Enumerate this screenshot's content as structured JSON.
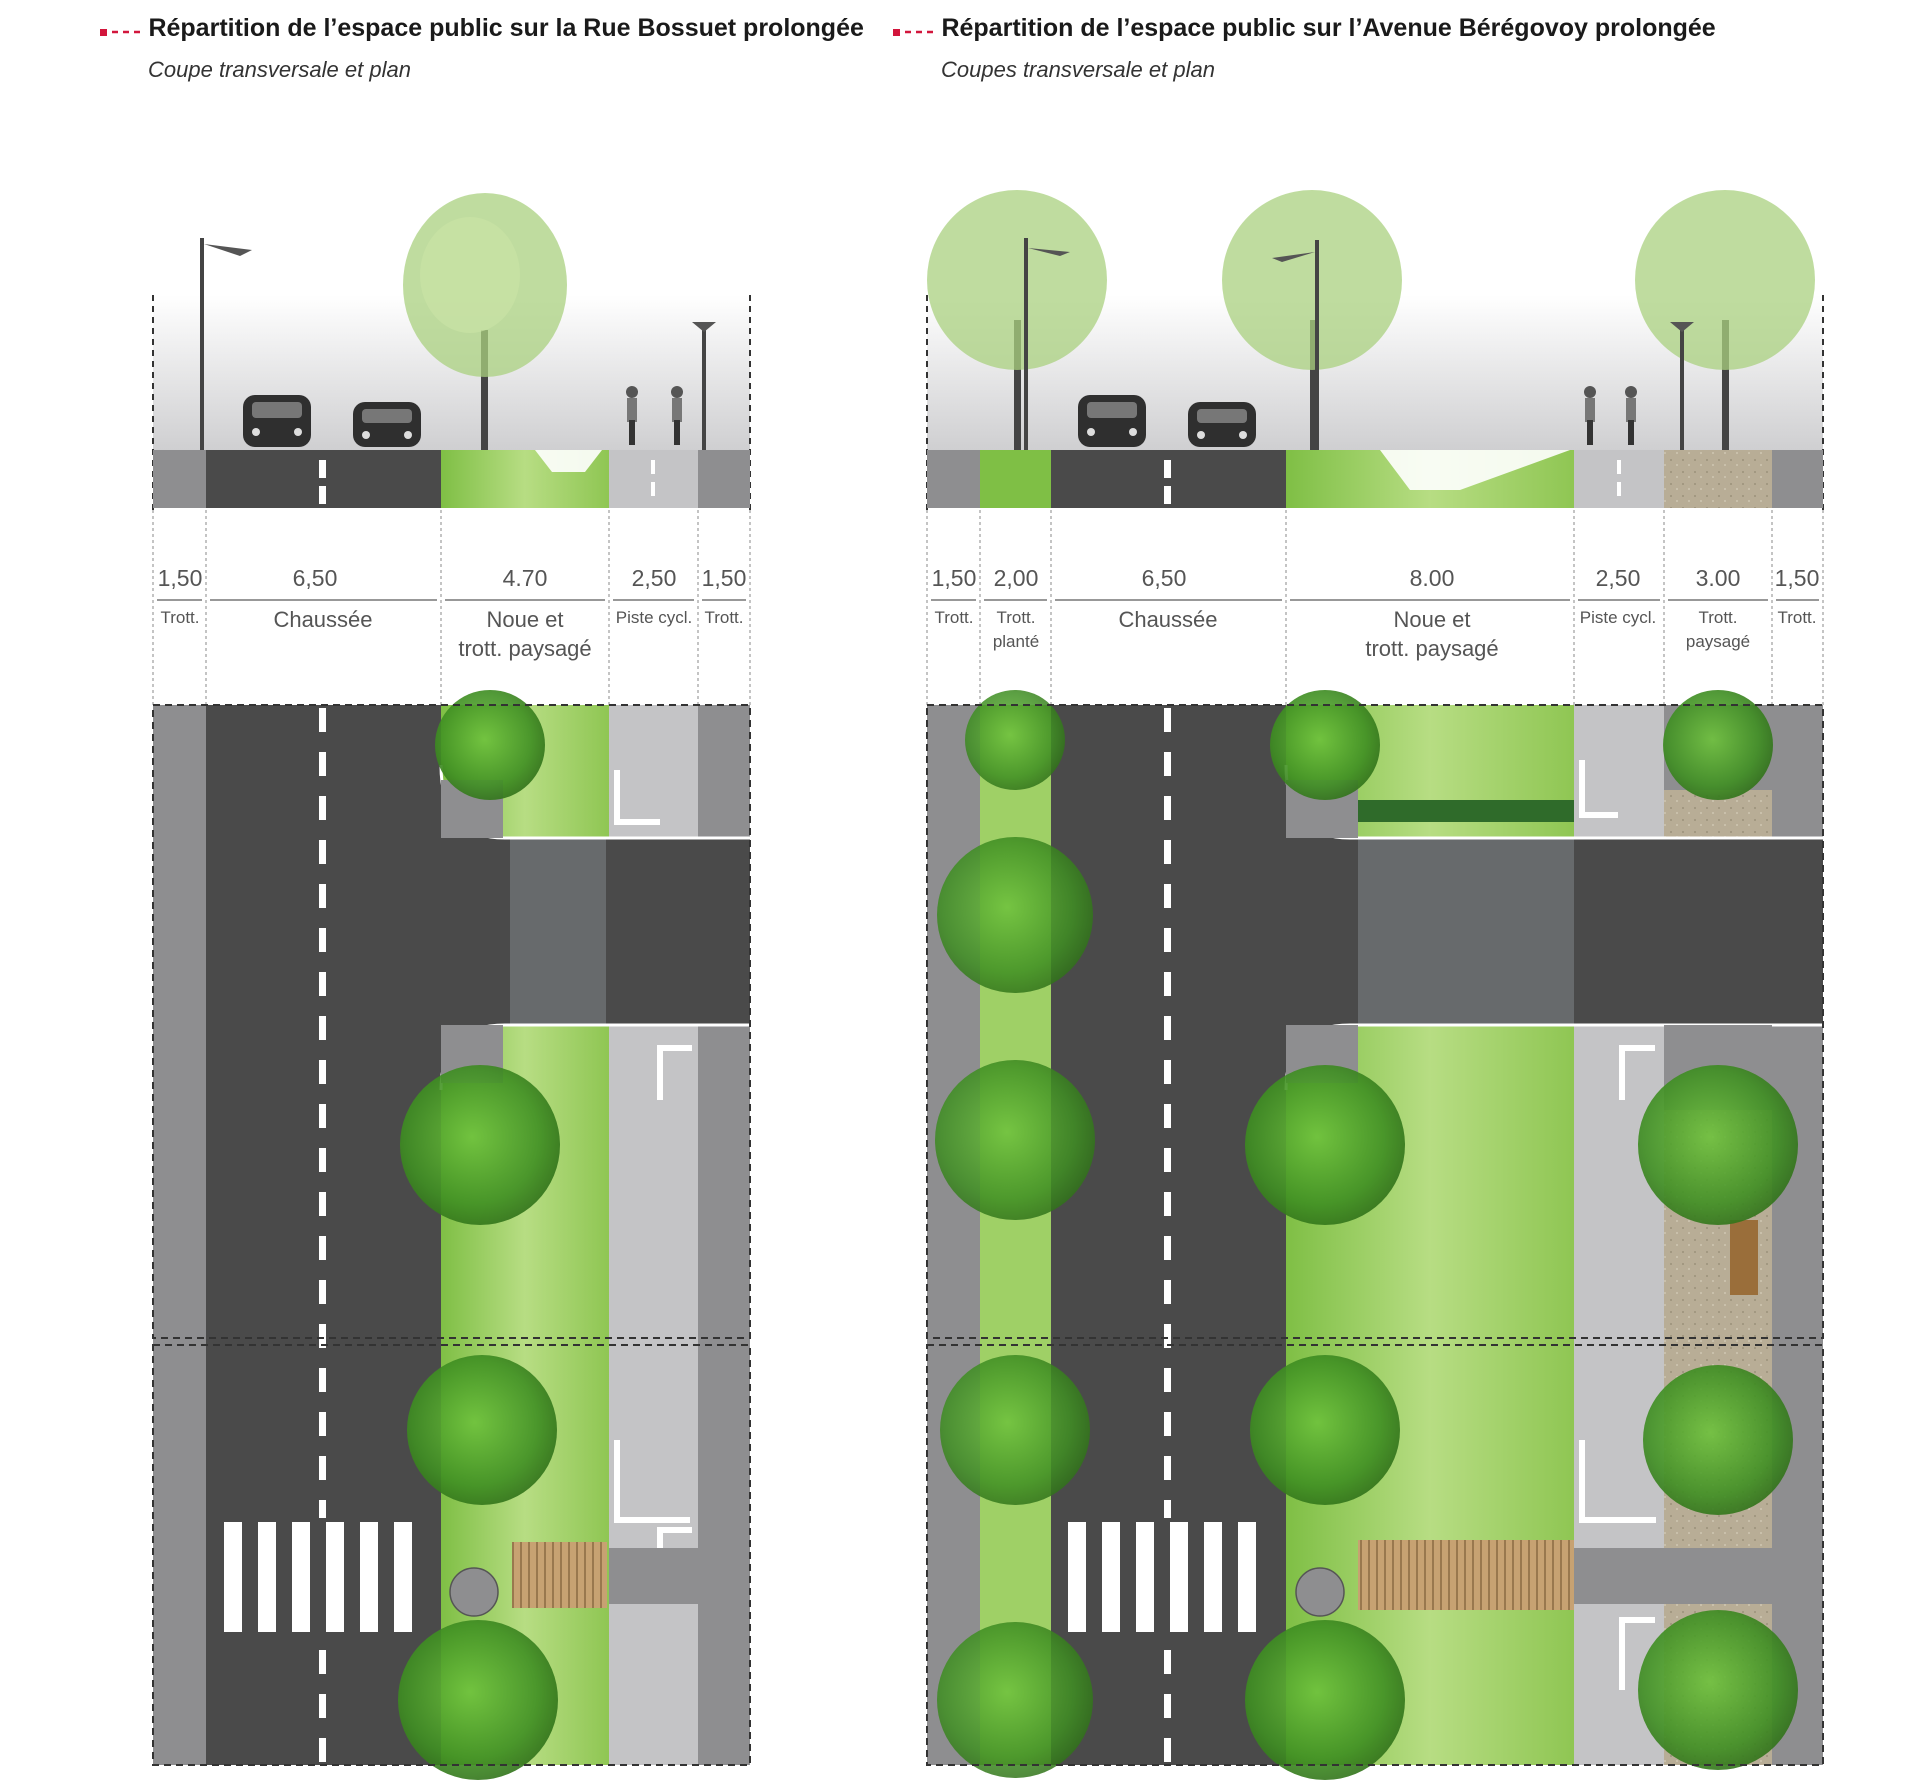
{
  "colors": {
    "accent": "#d2163c",
    "road": "#4a4a4a",
    "sidewalk": "#8e8e90",
    "bike": "#c4c4c6",
    "grass": "#a8d36a",
    "grass_dark": "#6db33f",
    "tree": "#4c9a2a",
    "gravel": "#b8ad96",
    "wood": "#b8915e"
  },
  "left": {
    "title": "Répartition de l’espace public sur la Rue Bossuet prolongée",
    "subtitle": "Coupe transversale et plan",
    "segments": [
      {
        "width": "1,50",
        "label": "Trott."
      },
      {
        "width": "6,50",
        "label": "Chaussée"
      },
      {
        "width": "4.70",
        "label1": "Noue et",
        "label2": "trott. paysagé"
      },
      {
        "width": "2,50",
        "label": "Piste cycl."
      },
      {
        "width": "1,50",
        "label": "Trott."
      }
    ]
  },
  "right": {
    "title": "Répartition de l’espace public sur l’Avenue Bérégovoy prolongée",
    "subtitle": "Coupes transversale et plan",
    "segments": [
      {
        "width": "1,50",
        "label": "Trott."
      },
      {
        "width": "2,00",
        "label1": "Trott.",
        "label2": "planté"
      },
      {
        "width": "6,50",
        "label": "Chaussée"
      },
      {
        "width": "8.00",
        "label1": "Noue et",
        "label2": "trott. paysagé"
      },
      {
        "width": "2,50",
        "label": "Piste cycl."
      },
      {
        "width": "3.00",
        "label1": "Trott.",
        "label2": "paysagé"
      },
      {
        "width": "1,50",
        "label": "Trott."
      }
    ]
  }
}
